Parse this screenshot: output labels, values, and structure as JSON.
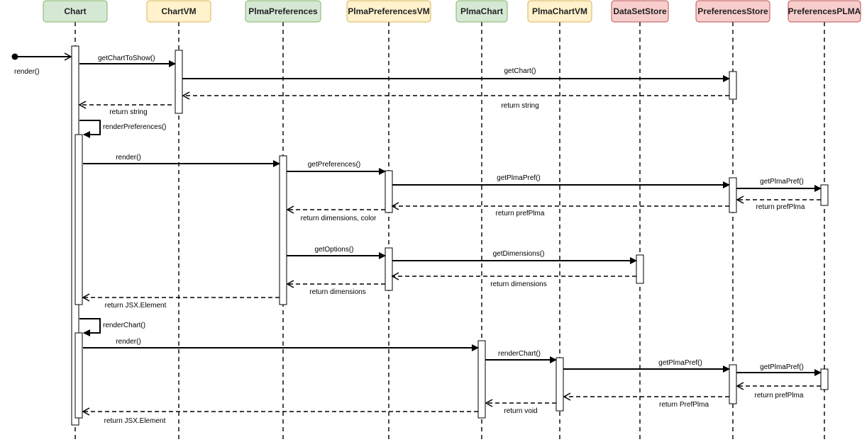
{
  "colors": {
    "view": {
      "fill": "#d5e8d4",
      "stroke": "#82b366"
    },
    "viewmodel": {
      "fill": "#fff2cc",
      "stroke": "#d6b656"
    },
    "store": {
      "fill": "#f8cecc",
      "stroke": "#b85450"
    }
  },
  "participants": [
    {
      "id": "chart",
      "label": "Chart",
      "kind": "view"
    },
    {
      "id": "chartvm",
      "label": "ChartVM",
      "kind": "viewmodel"
    },
    {
      "id": "plmapref",
      "label": "PlmaPreferences",
      "kind": "view"
    },
    {
      "id": "plmaprefvm",
      "label": "PlmaPreferencesVM",
      "kind": "viewmodel"
    },
    {
      "id": "plmachart",
      "label": "PlmaChart",
      "kind": "view"
    },
    {
      "id": "plmachartvm",
      "label": "PlmaChartVM",
      "kind": "viewmodel"
    },
    {
      "id": "datasetstore",
      "label": "DataSetStore",
      "kind": "store"
    },
    {
      "id": "prefstore",
      "label": "PreferencesStore",
      "kind": "store"
    },
    {
      "id": "prefplma",
      "label": "PreferencesPLMA",
      "kind": "store"
    }
  ],
  "entry": {
    "label": "render()"
  },
  "messages": [
    {
      "label": "getChartToShow()",
      "style": "call"
    },
    {
      "label": "getChart()",
      "style": "call"
    },
    {
      "label": "return string",
      "style": "return"
    },
    {
      "label": "return string",
      "style": "return"
    },
    {
      "label": "renderPreferences()",
      "style": "self"
    },
    {
      "label": "render()",
      "style": "call"
    },
    {
      "label": "getPreferences()",
      "style": "call"
    },
    {
      "label": "getPlmaPref()",
      "style": "call"
    },
    {
      "label": "getPlmaPref()",
      "style": "call"
    },
    {
      "label": "return prefPlma",
      "style": "return"
    },
    {
      "label": "return prefPlma",
      "style": "return"
    },
    {
      "label": "return dimensions, color",
      "style": "return"
    },
    {
      "label": "getOptions()",
      "style": "call"
    },
    {
      "label": "getDimensions()",
      "style": "call"
    },
    {
      "label": "return dimensions",
      "style": "return"
    },
    {
      "label": "return dimensions",
      "style": "return"
    },
    {
      "label": "return JSX.Element",
      "style": "return"
    },
    {
      "label": "renderChart()",
      "style": "self"
    },
    {
      "label": "render()",
      "style": "call"
    },
    {
      "label": "renderChart()",
      "style": "call"
    },
    {
      "label": "getPlmaPref()",
      "style": "call"
    },
    {
      "label": "getPlmaPref()",
      "style": "call"
    },
    {
      "label": "return prefPlma",
      "style": "return"
    },
    {
      "label": "return PrefPlma",
      "style": "return"
    },
    {
      "label": "return void",
      "style": "return"
    },
    {
      "label": "return  JSX.Element",
      "style": "return"
    }
  ]
}
